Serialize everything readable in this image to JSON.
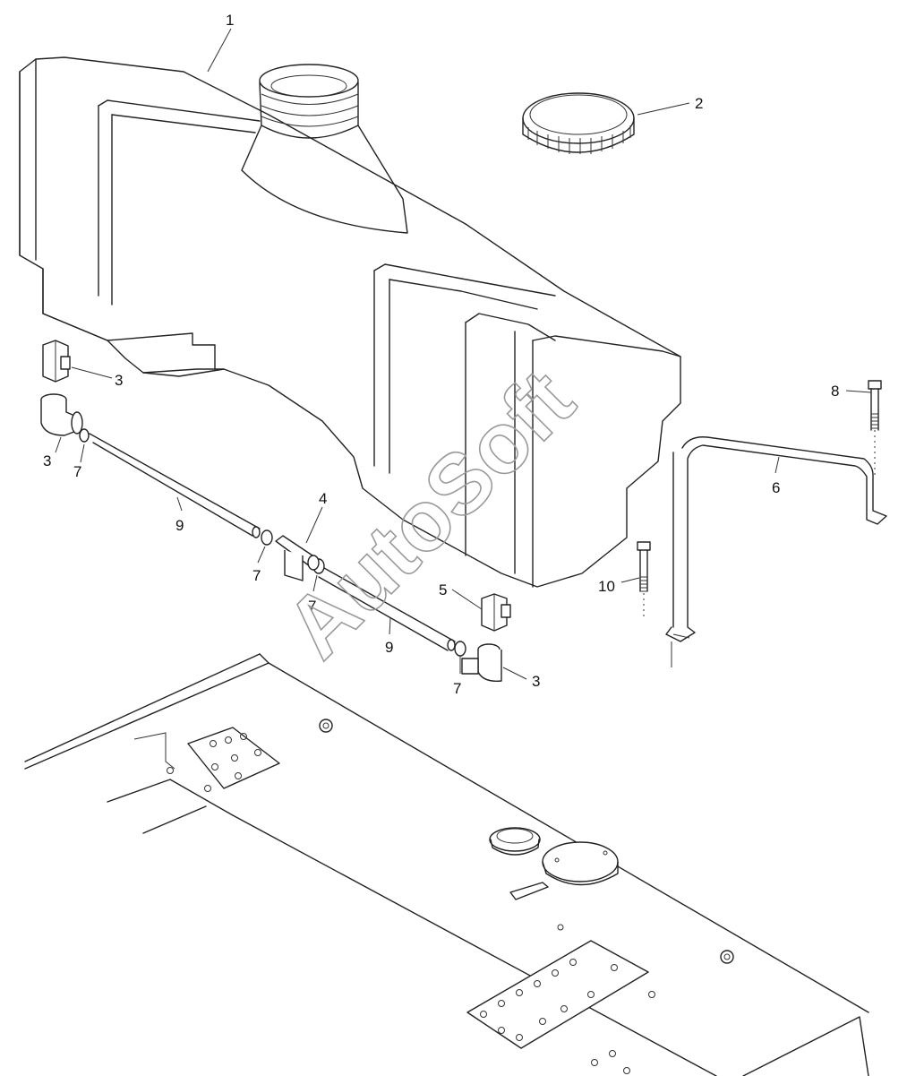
{
  "callouts": {
    "c1": "1",
    "c2": "2",
    "c3a": "3",
    "c3b": "3",
    "c3c": "3",
    "c4": "4",
    "c5": "5",
    "c6": "6",
    "c7a": "7",
    "c7b": "7",
    "c7c": "7",
    "c7d": "7",
    "c8": "8",
    "c9a": "9",
    "c9b": "9",
    "c10": "10"
  },
  "watermark": "AutoSoft",
  "colors": {
    "line": "#222222",
    "watermark": "#9a9a9a",
    "background": "#ffffff"
  }
}
